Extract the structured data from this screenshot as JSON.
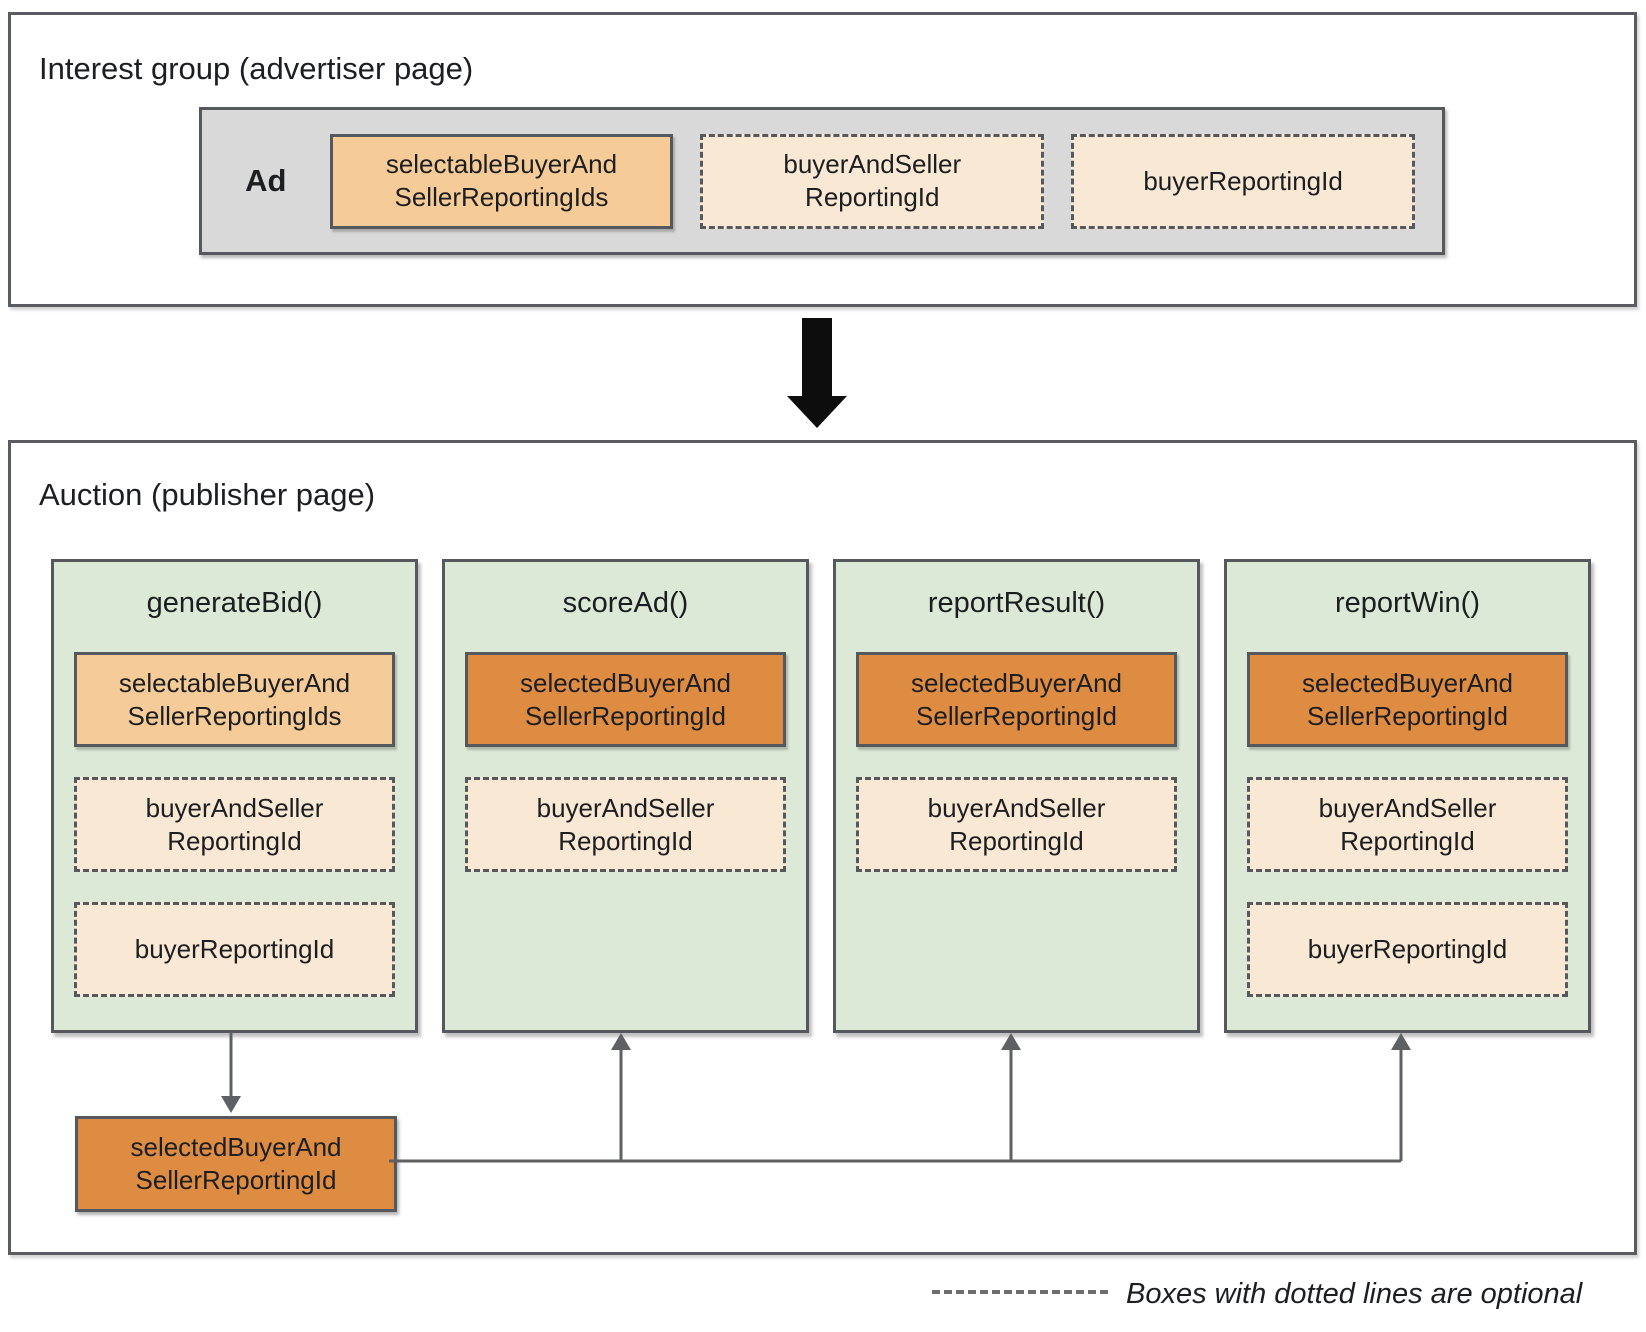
{
  "colors": {
    "container_gray": "#d9d9d9",
    "tan": "#f5cb97",
    "cream": "#f8e8d4",
    "orange": "#dd8c42",
    "green": "#dde9d7",
    "border_gray": "#55585c",
    "line_gray": "#5e6164",
    "arrow_black": "#0d0d0d"
  },
  "interest_group": {
    "title": "Interest group (advertiser page)",
    "ad_label": "Ad",
    "boxes": [
      {
        "label": [
          "selectableBuyerAnd",
          "SellerReportingIds"
        ],
        "style": "solid"
      },
      {
        "label": [
          "buyerAndSeller",
          "ReportingId"
        ],
        "style": "dashed-optional"
      },
      {
        "label": "buyerReportingId",
        "style": "dashed-optional"
      }
    ]
  },
  "auction": {
    "title": "Auction (publisher page)",
    "columns": [
      {
        "header": "generateBid()",
        "boxes": [
          {
            "label": [
              "selectableBuyerAnd",
              "SellerReportingIds"
            ],
            "style": "solid"
          },
          {
            "label": [
              "buyerAndSeller",
              "ReportingId"
            ],
            "style": "dashed-optional"
          },
          {
            "label": "buyerReportingId",
            "style": "dashed-optional"
          }
        ]
      },
      {
        "header": "scoreAd()",
        "boxes": [
          {
            "label": [
              "selectedBuyerAnd",
              "SellerReportingId"
            ],
            "style": "solid-selected"
          },
          {
            "label": [
              "buyerAndSeller",
              "ReportingId"
            ],
            "style": "dashed-optional"
          }
        ]
      },
      {
        "header": "reportResult()",
        "boxes": [
          {
            "label": [
              "selectedBuyerAnd",
              "SellerReportingId"
            ],
            "style": "solid-selected"
          },
          {
            "label": [
              "buyerAndSeller",
              "ReportingId"
            ],
            "style": "dashed-optional"
          }
        ]
      },
      {
        "header": "reportWin()",
        "boxes": [
          {
            "label": [
              "selectedBuyerAnd",
              "SellerReportingId"
            ],
            "style": "solid-selected"
          },
          {
            "label": [
              "buyerAndSeller",
              "ReportingId"
            ],
            "style": "dashed-optional"
          },
          {
            "label": "buyerReportingId",
            "style": "dashed-optional"
          }
        ]
      }
    ],
    "output_box": {
      "label": [
        "selectedBuyerAnd",
        "SellerReportingId"
      ],
      "style": "solid-selected"
    }
  },
  "legend": {
    "text": "Boxes with dotted lines are optional"
  }
}
